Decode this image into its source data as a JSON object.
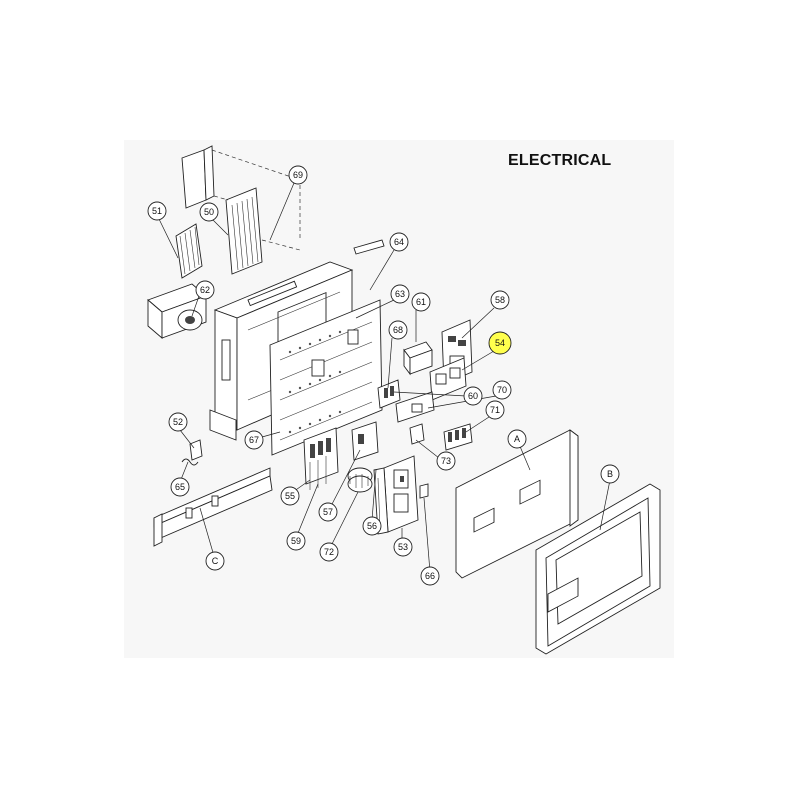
{
  "title": "ELECTRICAL",
  "callouts": [
    {
      "label": "51",
      "highlight": false
    },
    {
      "label": "50",
      "highlight": false
    },
    {
      "label": "69",
      "highlight": false
    },
    {
      "label": "64",
      "highlight": false
    },
    {
      "label": "62",
      "highlight": false
    },
    {
      "label": "63",
      "highlight": false
    },
    {
      "label": "61",
      "highlight": false
    },
    {
      "label": "58",
      "highlight": false
    },
    {
      "label": "68",
      "highlight": false
    },
    {
      "label": "54",
      "highlight": true
    },
    {
      "label": "70",
      "highlight": false
    },
    {
      "label": "60",
      "highlight": false
    },
    {
      "label": "71",
      "highlight": false
    },
    {
      "label": "52",
      "highlight": false
    },
    {
      "label": "67",
      "highlight": false
    },
    {
      "label": "73",
      "highlight": false
    },
    {
      "label": "A",
      "highlight": false
    },
    {
      "label": "B",
      "highlight": false
    },
    {
      "label": "65",
      "highlight": false
    },
    {
      "label": "55",
      "highlight": false
    },
    {
      "label": "57",
      "highlight": false
    },
    {
      "label": "56",
      "highlight": false
    },
    {
      "label": "59",
      "highlight": false
    },
    {
      "label": "72",
      "highlight": false
    },
    {
      "label": "53",
      "highlight": false
    },
    {
      "label": "C",
      "highlight": false
    },
    {
      "label": "66",
      "highlight": false
    }
  ]
}
